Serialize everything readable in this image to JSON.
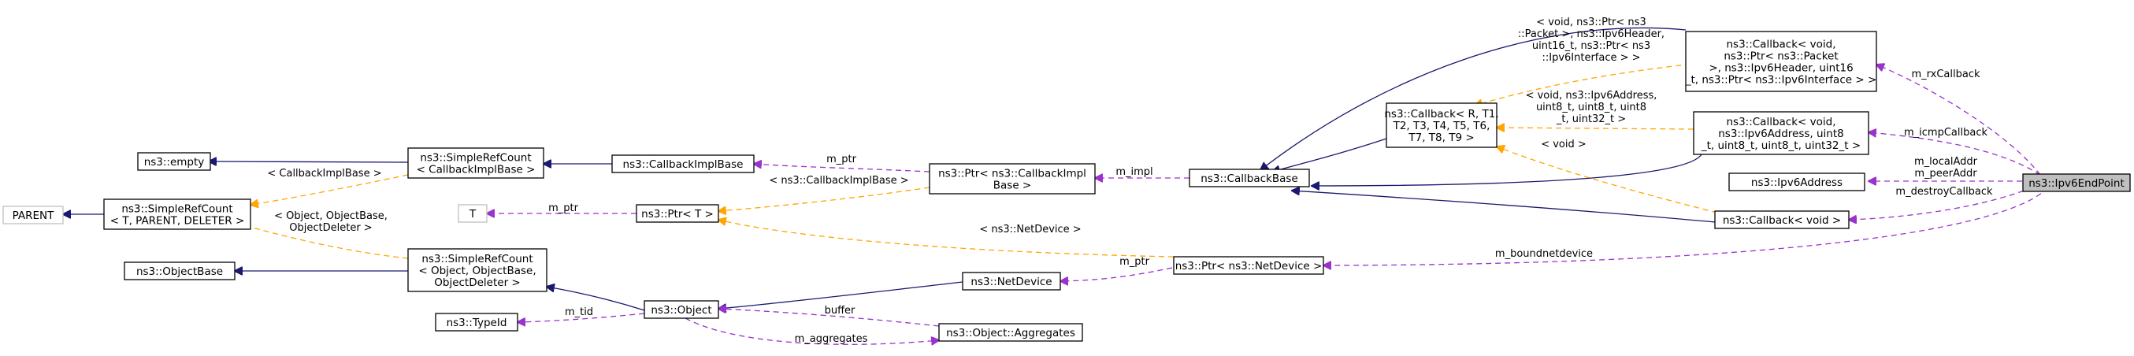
{
  "colors": {
    "inheritance": "#191970",
    "usage": "#9a32cd",
    "template": "#ffa500",
    "external_border": "#bfbfbf",
    "focus_fill": "#bfbfbf"
  },
  "nodes": {
    "ipv6_endpoint": [
      "ns3::Ipv6EndPoint"
    ],
    "cb_rx": [
      "ns3::Callback< void,",
      "ns3::Ptr< ns3::Packet",
      ">, ns3::Ipv6Header, uint16",
      "_t, ns3::Ptr< ns3::Ipv6Interface > >"
    ],
    "cb_icmp": [
      "ns3::Callback< void,",
      "ns3::Ipv6Address, uint8",
      "_t, uint8_t, uint8_t, uint32_t >"
    ],
    "ipv6_address": [
      "ns3::Ipv6Address"
    ],
    "cb_void": [
      "ns3::Callback< void >"
    ],
    "cb_generic": [
      "ns3::Callback< R, T1,",
      "T2, T3, T4, T5, T6,",
      "T7, T8, T9 >"
    ],
    "callback_base": [
      "ns3::CallbackBase"
    ],
    "ptr_callbackimplbase": [
      "ns3::Ptr< ns3::CallbackImpl",
      "Base >"
    ],
    "callbackimplbase": [
      "ns3::CallbackImplBase"
    ],
    "simplerefcount_cib": [
      "ns3::SimpleRefCount",
      "< CallbackImplBase >"
    ],
    "empty": [
      "ns3::empty"
    ],
    "simplerefcount_generic": [
      "ns3::SimpleRefCount",
      "< T, PARENT, DELETER >"
    ],
    "parent": [
      "PARENT"
    ],
    "ptr_t": [
      "ns3::Ptr< T >"
    ],
    "t": [
      "T"
    ],
    "ptr_netdevice": [
      "ns3::Ptr< ns3::NetDevice >"
    ],
    "netdevice": [
      "ns3::NetDevice"
    ],
    "object": [
      "ns3::Object"
    ],
    "simplerefcount_object": [
      "ns3::SimpleRefCount",
      "< Object, ObjectBase,",
      "ObjectDeleter >"
    ],
    "objectbase": [
      "ns3::ObjectBase"
    ],
    "typeid": [
      "ns3::TypeId"
    ],
    "object_aggregates": [
      "ns3::Object::Aggregates"
    ]
  },
  "edge_labels": {
    "rx": [
      "m_rxCallback"
    ],
    "icmp": [
      "m_icmpCallback"
    ],
    "addr": [
      "m_localAddr",
      "m_peerAddr"
    ],
    "destroy": [
      "m_destroyCallback"
    ],
    "boundnetdevice": [
      "m_boundnetdevice"
    ],
    "tmpl_rx": [
      "< void, ns3::Ptr< ns3",
      "::Packet >, ns3::Ipv6Header,",
      "uint16_t, ns3::Ptr< ns3",
      "::Ipv6Interface > >"
    ],
    "tmpl_icmp": [
      "< void, ns3::Ipv6Address,",
      "uint8_t, uint8_t, uint8",
      "_t, uint32_t >"
    ],
    "tmpl_void": [
      "< void >"
    ],
    "impl": [
      "m_impl"
    ],
    "ptr_cib": [
      "m_ptr"
    ],
    "tmpl_ptr_cib": [
      "< ns3::CallbackImplBase >"
    ],
    "tmpl_cib": [
      "< CallbackImplBase >"
    ],
    "ptr_t": [
      "m_ptr"
    ],
    "tmpl_netdevice": [
      "< ns3::NetDevice >"
    ],
    "ptr_netdevice": [
      "m_ptr"
    ],
    "tmpl_object": [
      "< Object, ObjectBase,",
      "ObjectDeleter >"
    ],
    "tid": [
      "m_tid"
    ],
    "buffer": [
      "buffer"
    ],
    "aggregates": [
      "m_aggregates"
    ]
  }
}
